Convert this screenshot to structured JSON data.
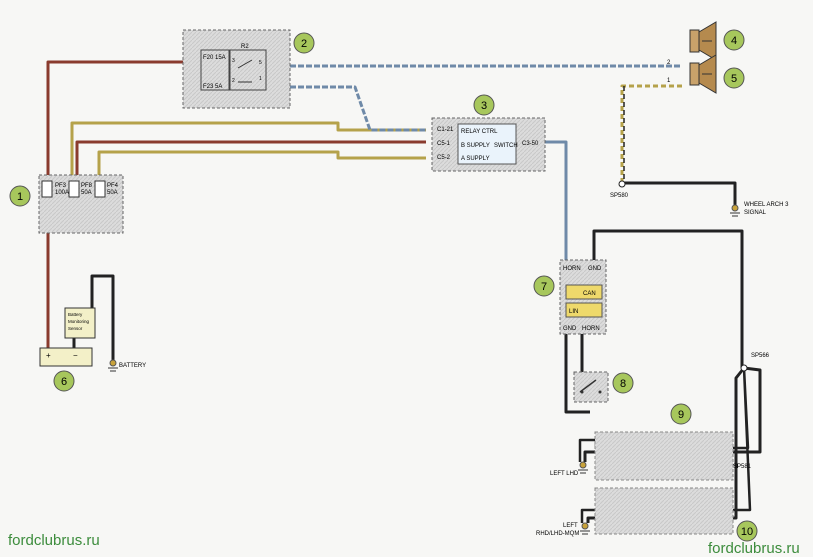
{
  "callouts": [
    "1",
    "2",
    "3",
    "4",
    "5",
    "6",
    "7",
    "8",
    "9",
    "10"
  ],
  "fusebox": {
    "pf3_a": "PF3",
    "pf3_b": "100A",
    "pf8_a": "PF8",
    "pf8_b": "50A",
    "pf4_a": "PF4",
    "pf4_b": "50A"
  },
  "relaybox": {
    "f20": "F20 15A",
    "f23": "F23 5A",
    "r2": "R2",
    "pin3": "3",
    "pin2": "2",
    "pin5": "5",
    "pin1": "1"
  },
  "module3": {
    "pins": [
      "C1-21",
      "C5-1",
      "C5-2"
    ],
    "labels": [
      "RELAY CTRL",
      "B SUPPLY",
      "A SUPPLY"
    ],
    "switch": "SWITCH",
    "out": "C3-50"
  },
  "speakers": {
    "pin2": "2",
    "pin1": "1"
  },
  "ground_sp": "SP580",
  "wheel_arch": [
    "WHEEL ARCH 3",
    "SIGNAL"
  ],
  "battery": {
    "monitor": [
      "Battery",
      "Monitoring",
      "Sensor"
    ],
    "plus": "+",
    "minus": "−",
    "label": "BATTERY"
  },
  "clockspring": {
    "top_left": "HORN",
    "top_right": "GND",
    "can": "CAN",
    "lin": "LIN",
    "bot_left": "GND",
    "bot_right": "HORN"
  },
  "splices": [
    "SP566",
    "SP581"
  ],
  "grounds": [
    "LEFT LHD",
    "LEFT",
    "RHD/LHD-MQM"
  ],
  "watermarks": [
    "fordclubrus.ru",
    "fordclubrus.ru"
  ],
  "colors": {
    "brown_red": "#8a3b2e",
    "blue": "#6f8aa8",
    "olive": "#b5a24a",
    "black": "#222222",
    "box_fill": "#e6e6e6",
    "callout_fill": "#a7c75c",
    "watermark_green": "#3c8c3c"
  }
}
